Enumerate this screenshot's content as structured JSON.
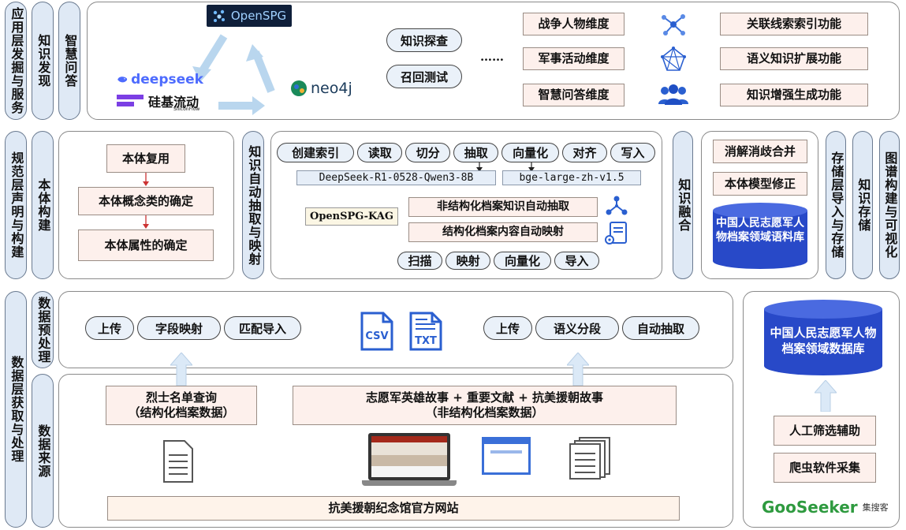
{
  "layers": {
    "app": "应用层发掘与服务",
    "norm": "规范层声明与构建",
    "data": "数据层获取与处理",
    "store": "存储层导入与存储"
  },
  "app_sub": {
    "discover": "知识发现",
    "qa": "智慧问答"
  },
  "logos": {
    "openspg": "OpenSPG",
    "deepseek": "deepseek",
    "siliconflow": "硅基流动",
    "siliconflow_sub": "SiliconFlow",
    "neo4j": "neo4j",
    "gooseeker": "GooSeeker",
    "gooseeker_cn": "集搜客"
  },
  "app_pills": [
    "知识探查",
    "召回测试"
  ],
  "ellipsis": "……",
  "dimensions": [
    "战争人物维度",
    "军事活动维度",
    "智慧问答维度"
  ],
  "functions": [
    "关联线索索引功能",
    "语义知识扩展功能",
    "知识增强生成功能"
  ],
  "ontology": {
    "label": "本体构建",
    "reuse": "本体复用",
    "concept": "本体概念类的确定",
    "attribute": "本体属性的确定"
  },
  "extract_label": "知识自动抽取与映射",
  "pipeline": [
    "创建索引",
    "读取",
    "切分",
    "抽取",
    "向量化",
    "对齐",
    "写入"
  ],
  "models": {
    "llm": "DeepSeek-R1-0528-Qwen3-8B",
    "embed": "bge-large-zh-v1.5"
  },
  "kag": "OpenSPG-KAG",
  "auto": {
    "unstructured": "非结构化档案知识自动抽取",
    "structured": "结构化档案内容自动映射"
  },
  "auto_steps": [
    "扫描",
    "映射",
    "向量化",
    "导入"
  ],
  "fusion": {
    "label": "知识融合",
    "disamb": "消解消歧合并",
    "revise": "本体模型修正",
    "corpus": "中国人民志愿军人物档案领域语料库"
  },
  "storage": {
    "label": "知识存储",
    "viz": "图谱构建与可视化"
  },
  "preproc": {
    "label": "数据预处理",
    "left": [
      "上传",
      "字段映射",
      "匹配导入"
    ],
    "right": [
      "上传",
      "语义分段",
      "自动抽取"
    ],
    "csv": "CSV",
    "txt": "TXT"
  },
  "source": {
    "label": "数据来源",
    "structured_line1": "烈士名单查询",
    "structured_line2": "（结构化档案数据）",
    "unstructured_line1": "志愿军英雄故事 + 重要文献 + 抗美援朝故事",
    "unstructured_line2": "（非结构化档案数据）",
    "site": "抗美援朝纪念馆官方网站"
  },
  "database": {
    "name": "中国人民志愿军人物档案领域数据库",
    "manual": "人工筛选辅助",
    "crawler": "爬虫软件采集"
  }
}
